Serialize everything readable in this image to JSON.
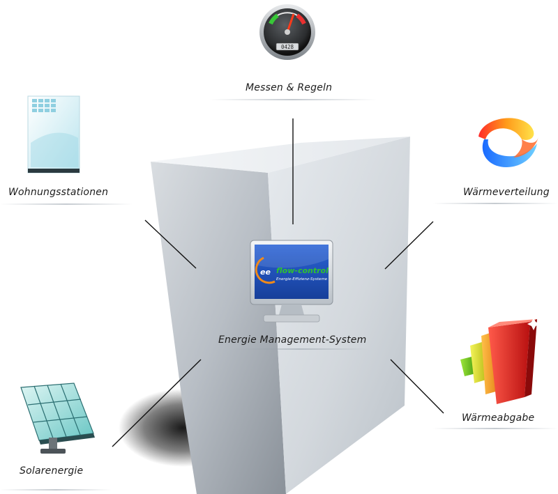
{
  "center": {
    "label": "Energie Management-System",
    "screen": {
      "logo_text": "flow-control",
      "logo_prefix": "ee",
      "tagline": "Energie-Effizienz-Systeme"
    }
  },
  "nodes": [
    {
      "id": "messen",
      "label": "Messen  & Regeln",
      "icon": "pressure-gauge-icon"
    },
    {
      "id": "wohnung",
      "label": "Wohnungsstationen",
      "icon": "wall-station-icon"
    },
    {
      "id": "waermeverteilung",
      "label": "Wärmeverteilung",
      "icon": "swirl-rings-icon"
    },
    {
      "id": "waermeabgabe",
      "label": "Wärmeabgabe",
      "icon": "bar-chart-3d-icon"
    },
    {
      "id": "solar",
      "label": "Solarenergie",
      "icon": "solar-panel-icon"
    }
  ],
  "gauge": {
    "counter": "0428"
  },
  "colors": {
    "monolith_light": "#eef1f4",
    "monolith_dark": "#9aa2aa",
    "screen_blue": "#1b4fb8",
    "logo_green": "#2fc22f",
    "logo_orange": "#f08a1a",
    "connector": "#111111"
  }
}
